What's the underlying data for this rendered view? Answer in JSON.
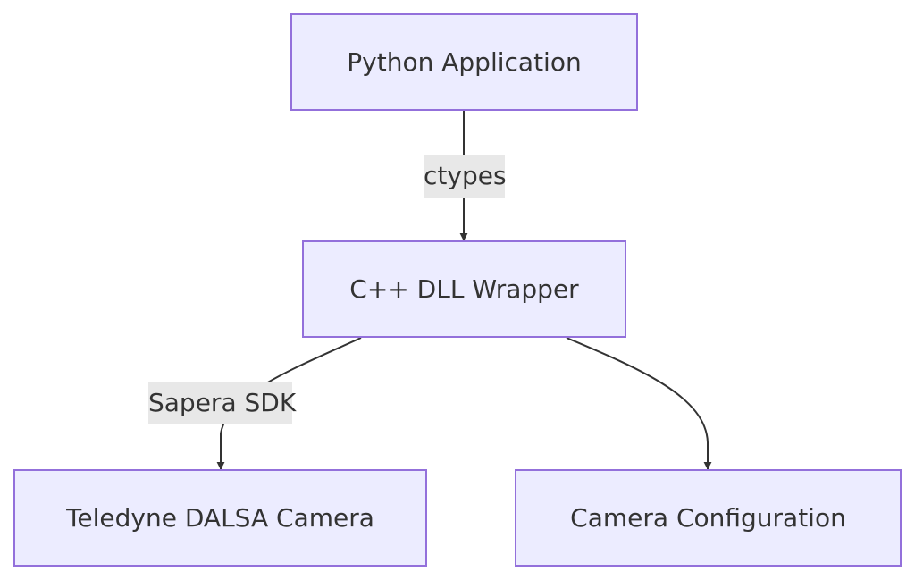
{
  "nodes": {
    "python_app": "Python Application",
    "dll_wrapper": "C++ DLL Wrapper",
    "camera": "Teledyne DALSA Camera",
    "camera_config": "Camera Configuration"
  },
  "edges": [
    {
      "from": "python_app",
      "to": "dll_wrapper",
      "label": "ctypes"
    },
    {
      "from": "dll_wrapper",
      "to": "camera",
      "label": "Sapera SDK"
    },
    {
      "from": "dll_wrapper",
      "to": "camera_config",
      "label": ""
    }
  ],
  "colors": {
    "node_fill": "#ececff",
    "node_border": "#9370db",
    "edge": "#333333",
    "label_bg": "#e8e8e8",
    "text": "#333333"
  }
}
